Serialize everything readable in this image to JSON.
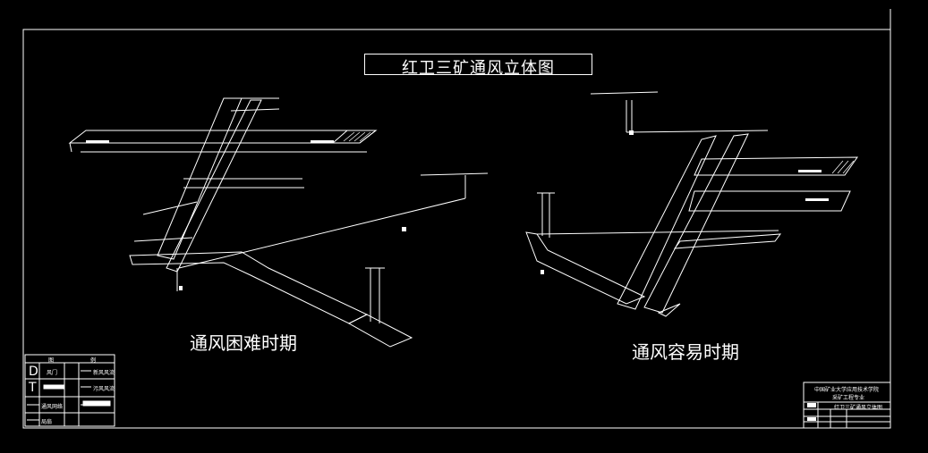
{
  "drawing": {
    "title": "红卫三矿通风立体图",
    "left_period_label": "通风困难时期",
    "right_period_label": "通风容易时期",
    "colors": {
      "background": "#000000",
      "lines": "#ffffff"
    }
  },
  "legend": {
    "header_left": "图",
    "header_right": "例",
    "items": [
      {
        "symbol": "D",
        "label": "风门"
      },
      {
        "symbol": "T",
        "label": ""
      },
      {
        "symbol": "fresh-airflow",
        "label": "新风风流"
      },
      {
        "symbol": "return-airflow",
        "label": "污风风流"
      },
      {
        "symbol": "ventilation-network",
        "label": "通风网络"
      },
      {
        "symbol": "fan",
        "label": "局扇"
      }
    ]
  },
  "title_block": {
    "institution": "中国矿业大学应用技术学院",
    "major": "采矿工程专业",
    "drawing_name": "红卫三矿通风立体图"
  }
}
